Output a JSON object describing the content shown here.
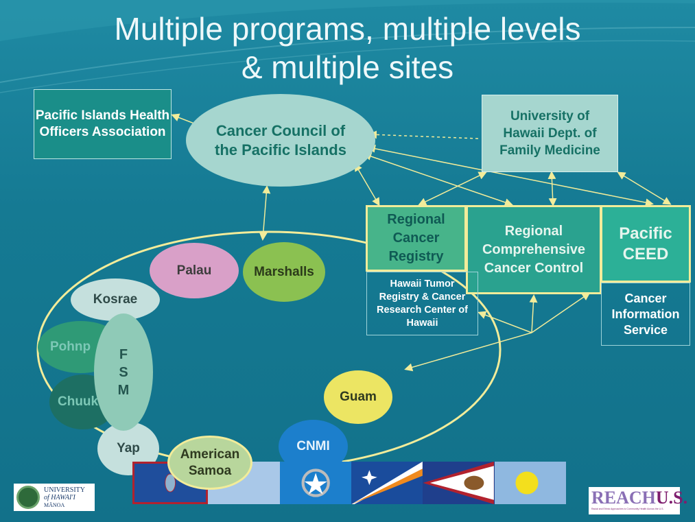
{
  "title": {
    "line1": "Multiple programs, multiple levels",
    "line2": "& multiple sites"
  },
  "boxes": {
    "piho": "Pacific Islands Health Officers Association",
    "uh": "University of Hawaii Dept. of Family Medicine",
    "registry": "Regional Cancer Registry",
    "rccc": "Regional Comprehensive Cancer Control",
    "ceed": "Pacific CEED",
    "tumor": "Hawaii Tumor Registry & Cancer Research Center of Hawaii",
    "cis": "Cancer Information Service"
  },
  "council": "Cancer Council of the Pacific Islands",
  "islands": {
    "palau": "Palau",
    "marshalls": "Marshalls",
    "kosrae": "Kosrae",
    "pohnpei": "Pohnp",
    "chuuk": "Chuuk",
    "yap": "Yap",
    "fsm": "F S M",
    "guam": "Guam",
    "cnmi": "CNMI",
    "samoa": "American Samoa"
  },
  "logos": {
    "uh_line1": "UNIVERSITY",
    "uh_line2": "of HAWAI'I",
    "uh_line3": "MĀNOA",
    "reach_a": "REACH",
    "reach_b": "U.S.",
    "reach_tag": "Racial and Ethnic Approaches to Community Health Across the U.S."
  },
  "colors": {
    "bg": "#157a93",
    "box_teal": "#1e8e86",
    "box_light": "#a6d6cf",
    "reg_green": "#47b48a",
    "line": "#f2ec9a"
  }
}
